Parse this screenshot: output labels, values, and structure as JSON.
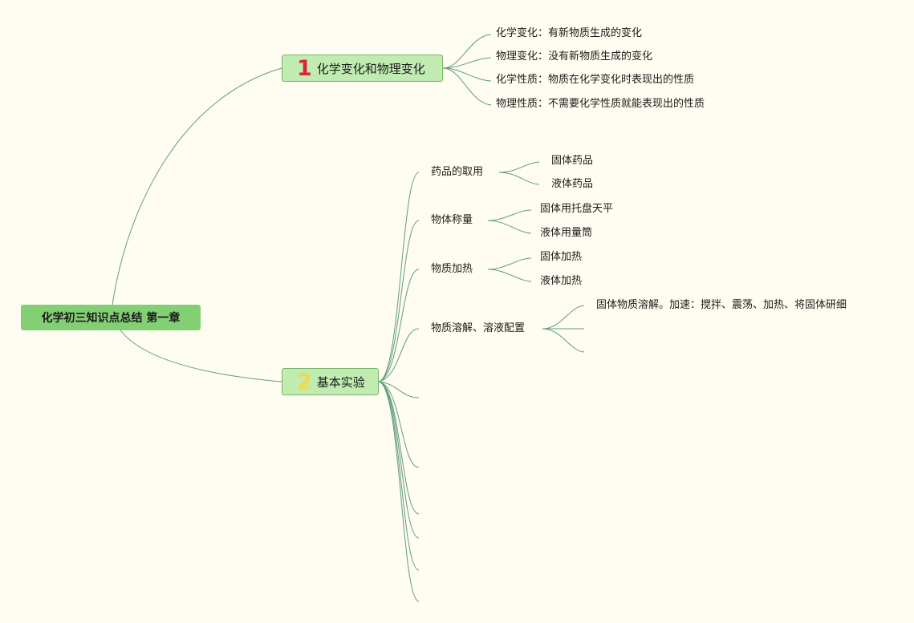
{
  "root": {
    "label": "化学初三知识点总结 第一章"
  },
  "branch1": {
    "number": "1",
    "label": "化学变化和物理变化",
    "items": [
      "化学变化：有新物质生成的变化",
      "物理变化：没有新物质生成的变化",
      "化学性质：物质在化学变化时表现出的性质",
      "物理性质：不需要化学性质就能表现出的性质"
    ]
  },
  "branch2": {
    "number": "2",
    "label": "基本实验",
    "groups": [
      {
        "label": "药品的取用",
        "children": [
          "固体药品",
          "液体药品"
        ]
      },
      {
        "label": "物体称量",
        "children": [
          "固体用托盘天平",
          "液体用量筒"
        ]
      },
      {
        "label": "物质加热",
        "children": [
          "固体加热",
          "液体加热"
        ]
      },
      {
        "label": "物质溶解、溶液配置",
        "children": [
          "固体物质溶解。加速：搅拌、震荡、加热、将固体研细",
          "",
          ""
        ]
      }
    ]
  },
  "colors": {
    "background": "#fffcf1",
    "root_fill": "#82cf74",
    "branch_fill": "#c0ecb2",
    "branch_border": "#78b469",
    "line": "#5f9e7a",
    "number1": "#d8253a",
    "number2": "#f2d84a"
  }
}
